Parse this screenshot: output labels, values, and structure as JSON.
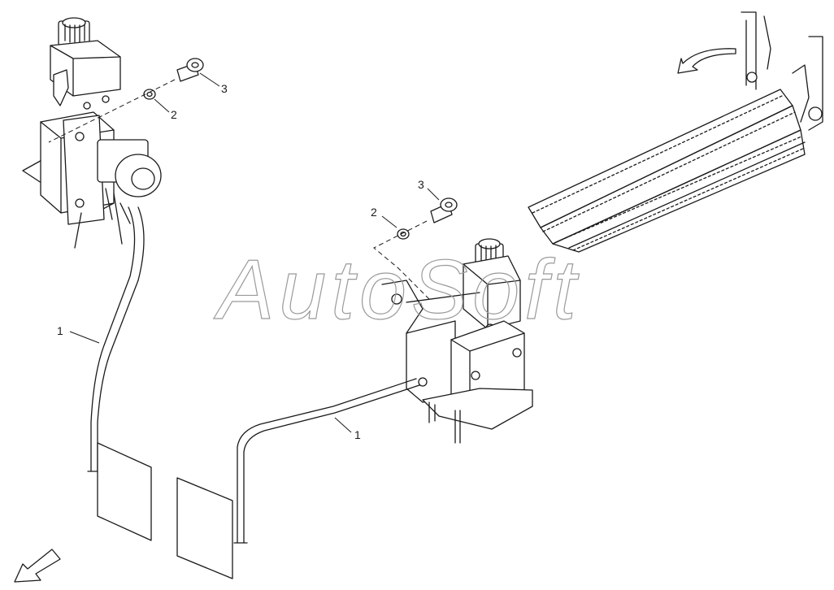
{
  "watermark": "AutoSoft",
  "callouts": {
    "left_pedal_label": "1",
    "left_washer_label": "2",
    "left_bolt_label": "3",
    "right_pedal_label": "1",
    "right_washer_label": "2",
    "right_bolt_label": "3"
  },
  "icons": {
    "rotation_arrow": "curved-arrow-icon",
    "direction_arrow": "front-direction-arrow-icon"
  }
}
